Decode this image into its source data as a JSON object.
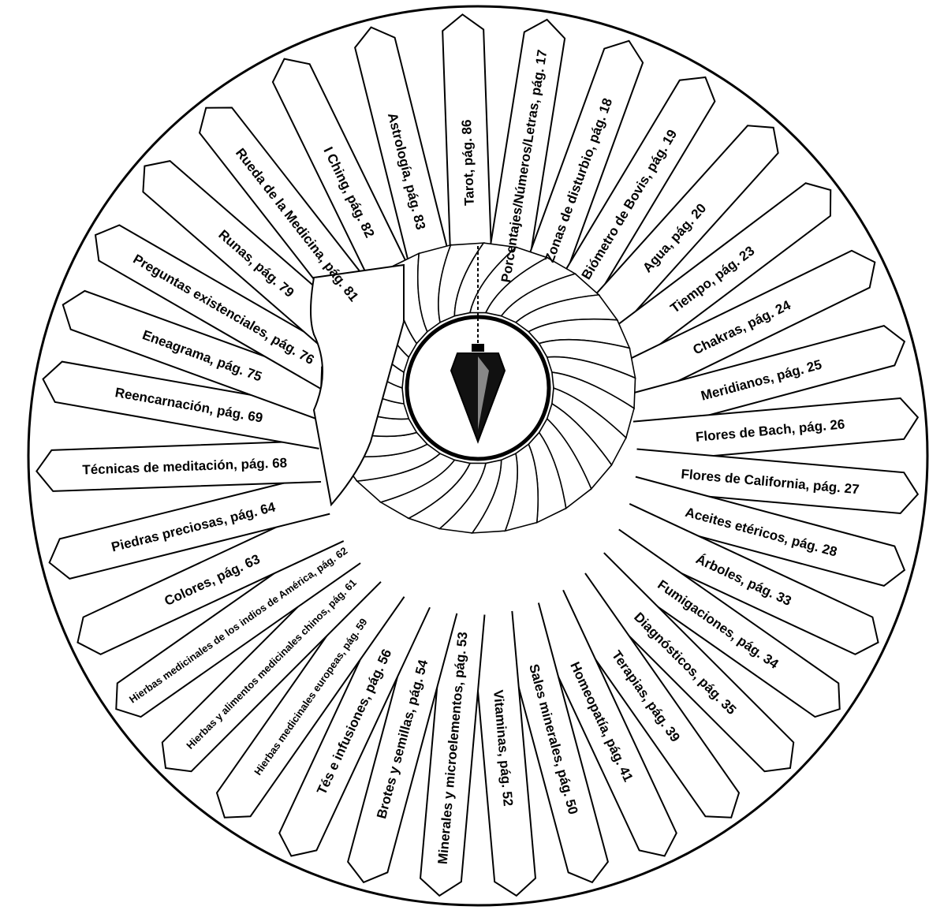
{
  "segments": [
    {
      "label": "Tarot, pág. 86",
      "angle": -92
    },
    {
      "label": "Porcentajes/Números/Letras, pág. 17",
      "angle": -81
    },
    {
      "label": "Zonas de disturbio, pág. 18",
      "angle": -70
    },
    {
      "label": "Biómetro de Bovis, pág. 19",
      "angle": -59
    },
    {
      "label": "Agua, pág. 20",
      "angle": -48
    },
    {
      "label": "Tiempo, pág. 23",
      "angle": -37
    },
    {
      "label": "Chakras, pág. 24",
      "angle": -26
    },
    {
      "label": "Meridianos, pág. 25",
      "angle": -15
    },
    {
      "label": "Flores de Bach, pág. 26",
      "angle": -5
    },
    {
      "label": "Flores de California, pág. 27",
      "angle": 5
    },
    {
      "label": "Aceites etéricos, pág. 28",
      "angle": 15
    },
    {
      "label": "Árboles, pág. 33",
      "angle": 25
    },
    {
      "label": "Fumigaciones, pág. 34",
      "angle": 35
    },
    {
      "label": "Diagnósticos, pág. 35",
      "angle": 45
    },
    {
      "label": "Terapias, pág. 39",
      "angle": 55
    },
    {
      "label": "Homeopatía, pág. 41",
      "angle": 65
    },
    {
      "label": "Sales minerales, pág. 50",
      "angle": 75
    },
    {
      "label": "Vitaminas, pág. 52",
      "angle": 85
    },
    {
      "label": "Minerales y microelementos, pág. 53",
      "angle": 95
    },
    {
      "label": "Brotes y semillas, pág. 54",
      "angle": 105
    },
    {
      "label": "Tés e infusiones, pág. 56",
      "angle": 115
    },
    {
      "label": "Hierbas medicinales europeas, pág. 59",
      "angle": 125
    },
    {
      "label": "Hierbas y alimentos medicinales chinos, pág. 61",
      "angle": 135
    },
    {
      "label": "Hierbas medicinales de los indios de América, pág. 62",
      "angle": 145
    },
    {
      "label": "Colores, pág. 63",
      "angle": 155
    },
    {
      "label": "Piedras preciosas, pág. 64",
      "angle": 166
    },
    {
      "label": "Técnicas de meditación, pág. 68",
      "angle": 178
    },
    {
      "label": "Reencarnación, pág. 69",
      "angle": 190
    },
    {
      "label": "Eneagrama, pág. 75",
      "angle": 200
    },
    {
      "label": "Preguntas existenciales, pág. 76",
      "angle": 210
    },
    {
      "label": "Runas, pág. 79",
      "angle": 221
    },
    {
      "label": "Rueda de la Medicina, pág. 81",
      "angle": 232
    },
    {
      "label": "I Ching, pág. 82",
      "angle": 244
    },
    {
      "label": "Astrología, pág. 83",
      "angle": 256
    }
  ]
}
